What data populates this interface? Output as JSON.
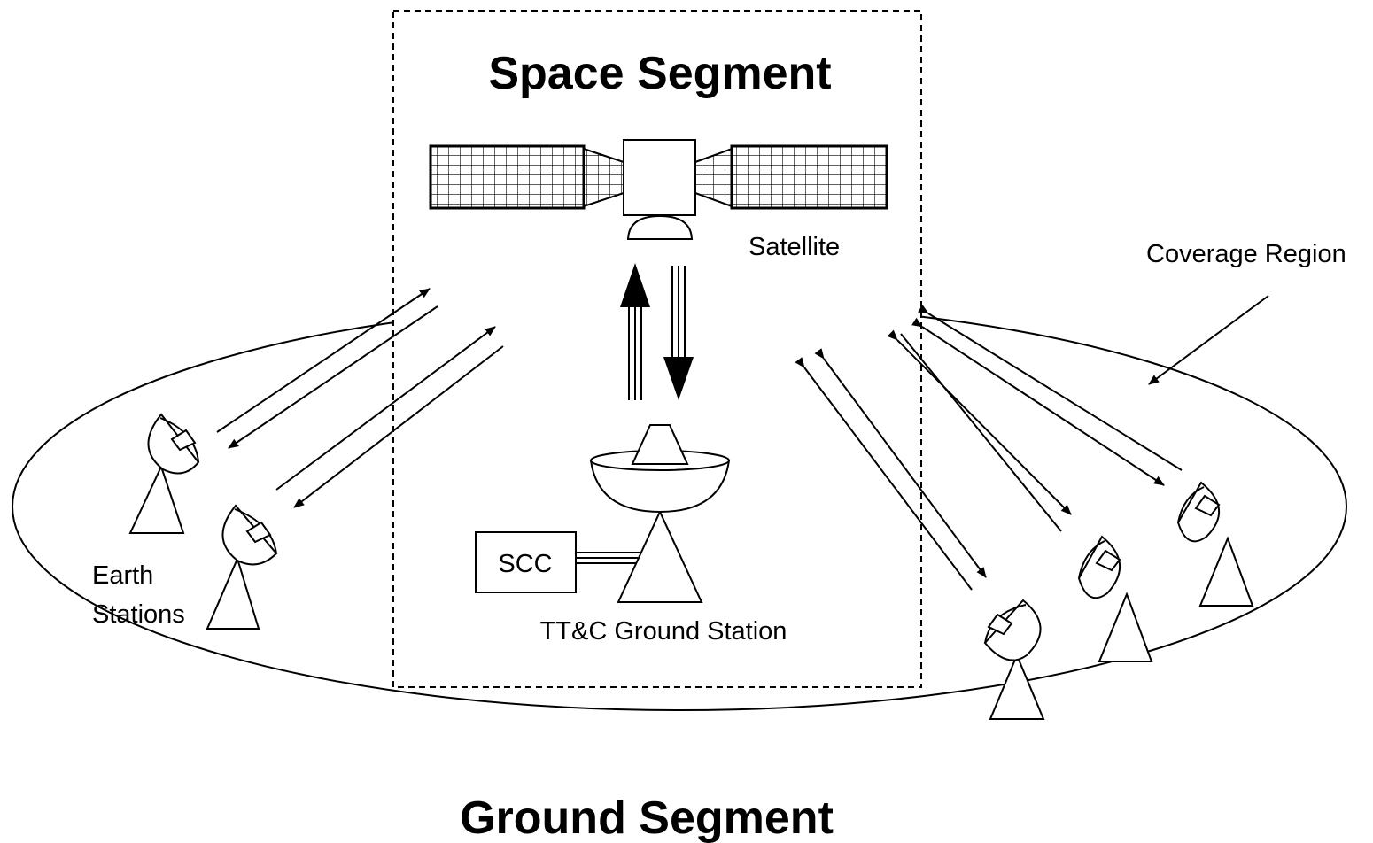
{
  "labels": {
    "space_segment": "Space Segment",
    "ground_segment": "Ground Segment",
    "satellite": "Satellite",
    "coverage_region": "Coverage Region",
    "earth_stations_line1": "Earth",
    "earth_stations_line2": "Stations",
    "scc": "SCC",
    "ttc_ground_station": "TT&C Ground Station"
  },
  "colors": {
    "stroke": "#000000",
    "background": "#ffffff"
  }
}
